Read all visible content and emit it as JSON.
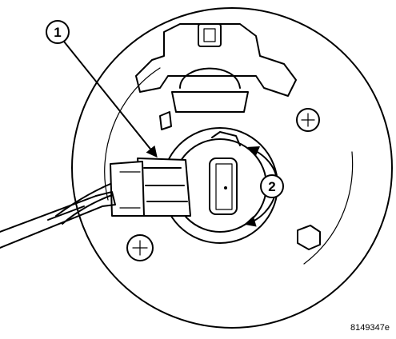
{
  "callouts": [
    {
      "number": "1"
    },
    {
      "number": "2"
    }
  ],
  "figure_code": "8149347e",
  "colors": {
    "line": "#000000",
    "background": "#ffffff"
  }
}
